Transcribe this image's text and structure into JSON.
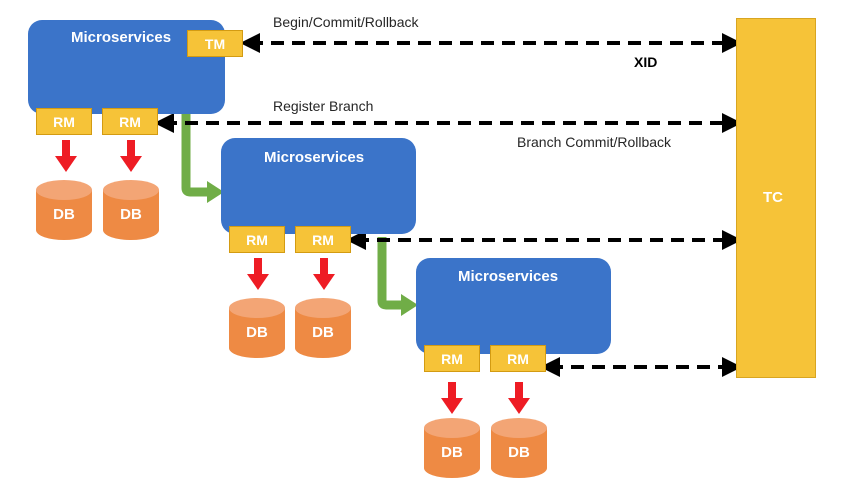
{
  "colors": {
    "microservice": "#3b74c9",
    "tag": "#f6c338",
    "tc": "#f6c338",
    "db": "#ee8a44",
    "db_top": "#f3a575",
    "red_arrow": "#ee1c24",
    "green_arrow": "#70ad47",
    "dashed_arrow": "#000000"
  },
  "groups": [
    {
      "microservice_label": "Microservices",
      "tm_label": "TM",
      "rm_labels": [
        "RM",
        "RM"
      ],
      "db_labels": [
        "DB",
        "DB"
      ]
    },
    {
      "microservice_label": "Microservices",
      "rm_labels": [
        "RM",
        "RM"
      ],
      "db_labels": [
        "DB",
        "DB"
      ]
    },
    {
      "microservice_label": "Microservices",
      "rm_labels": [
        "RM",
        "RM"
      ],
      "db_labels": [
        "DB",
        "DB"
      ]
    }
  ],
  "tc_label": "TC",
  "connectors": {
    "begin_commit_rollback": "Begin/Commit/Rollback",
    "xid": "XID",
    "register_branch": "Register Branch",
    "branch_commit_rollback": "Branch Commit/Rollback"
  }
}
